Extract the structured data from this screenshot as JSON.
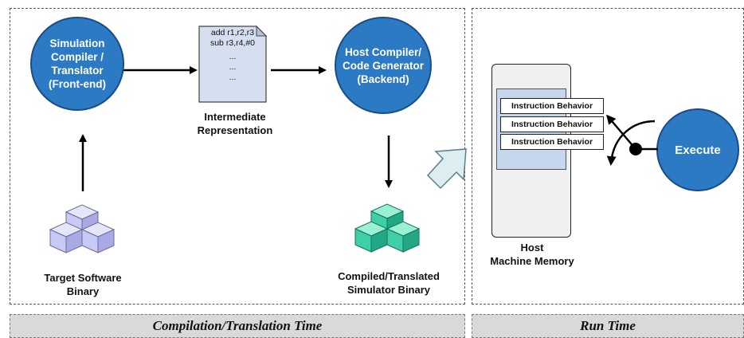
{
  "compile_phase": {
    "frontend_label": "Simulation\nCompiler /\nTranslator\n(Front-end)",
    "ir_lines": [
      "add r1,r2,r3",
      "sub r3,r4,#0",
      "...",
      "...",
      "..."
    ],
    "ir_label": "Intermediate\nRepresentation",
    "backend_label": "Host Compiler/\nCode Generator\n(Backend)",
    "target_binary_label": "Target Software\nBinary",
    "compiled_binary_label": "Compiled/Translated\nSimulator Binary",
    "footer_label": "Compilation/Translation Time"
  },
  "run_phase": {
    "behaviors": [
      "Instruction Behavior",
      "Instruction Behavior",
      "Instruction Behavior"
    ],
    "memory_label": "Host\nMachine Memory",
    "execute_label": "Execute",
    "footer_label": "Run Time"
  },
  "colors": {
    "circle_fill": "#2c7ac3",
    "cube_lavender": "#c9c9f5",
    "cube_teal": "#3fcfa6",
    "document": "#d5dff0",
    "memory_inner": "#c6d6ec",
    "footer": "#d9d9d9"
  }
}
